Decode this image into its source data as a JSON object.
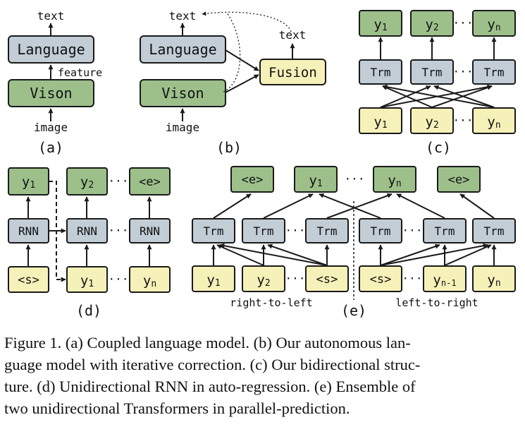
{
  "colors": {
    "blue": "#c2cdd6",
    "green": "#9dc08b",
    "yellow": "#f6f1b9",
    "stroke": "#1a1a1a"
  },
  "panel_a": {
    "text_label": "text",
    "language": "Language",
    "feature_label": "feature",
    "vision": "Vison",
    "image_label": "image",
    "tag": "(a)"
  },
  "panel_b": {
    "text_label": "text",
    "language": "Language",
    "fusion": "Fusion",
    "fusion_text_label": "text",
    "vision": "Vison",
    "image_label": "image",
    "tag": "(b)"
  },
  "panel_c": {
    "outputs": [
      "y",
      "y",
      "y"
    ],
    "output_subs": [
      "1",
      "2",
      "n"
    ],
    "trm": [
      "Trm",
      "Trm",
      "Trm"
    ],
    "inputs": [
      "y",
      "y",
      "y"
    ],
    "input_subs": [
      "1",
      "2",
      "n"
    ],
    "dots": "···",
    "tag": "(c)"
  },
  "panel_d": {
    "outputs": [
      "y",
      "y",
      "<e>"
    ],
    "output_subs": [
      "1",
      "2",
      ""
    ],
    "rnn": [
      "RNN",
      "RNN",
      "RNN"
    ],
    "inputs": [
      "<s>",
      "y",
      "y"
    ],
    "input_subs": [
      "",
      "1",
      "n"
    ],
    "dots": "···",
    "tag": "(d)"
  },
  "panel_e": {
    "outputs": [
      "<e>",
      "y",
      "y",
      "<e>"
    ],
    "output_subs": [
      "",
      "1",
      "n",
      ""
    ],
    "trm": [
      "Trm",
      "Trm",
      "Trm",
      "Trm",
      "Trm",
      "Trm"
    ],
    "inputs": [
      "y",
      "y",
      "<s>",
      "<s>",
      "y",
      "y"
    ],
    "input_subs": [
      "1",
      "2",
      "",
      "",
      "n-1",
      "n"
    ],
    "dots": "···",
    "right_to_left": "right-to-left",
    "left_to_right": "left-to-right",
    "tag": "(e)"
  },
  "caption": [
    "Figure 1. (a) Coupled language model. (b) Our autonomous lan-",
    "guage model with iterative correction. (c) Our bidirectional struc-",
    "ture. (d) Unidirectional RNN in auto-regression. (e) Ensemble of",
    "two unidirectional Transformers in parallel-prediction."
  ]
}
